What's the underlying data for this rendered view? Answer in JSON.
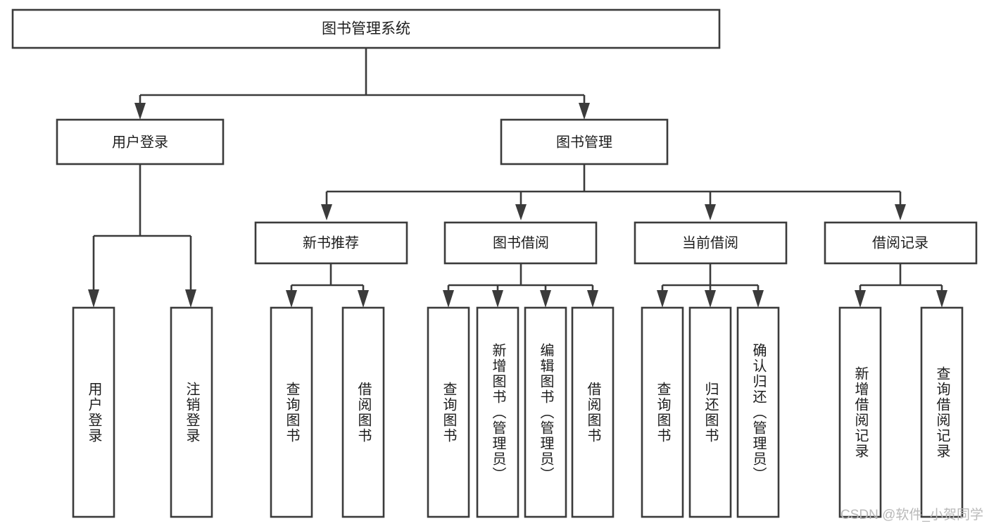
{
  "diagram": {
    "title": "图书管理系统",
    "type": "tree",
    "watermark": "CSDN @软件_小贺同学",
    "colors": {
      "box_stroke": "#3b3b3b",
      "box_fill": "#ffffff",
      "text": "#1d1d1d",
      "background": "#ffffff",
      "watermark": "#b9b9b9"
    },
    "root": {
      "label": "图书管理系统"
    },
    "level2": [
      {
        "label": "用户登录"
      },
      {
        "label": "图书管理"
      }
    ],
    "level3": [
      {
        "label": "新书推荐"
      },
      {
        "label": "图书借阅"
      },
      {
        "label": "当前借阅"
      },
      {
        "label": "借阅记录"
      }
    ],
    "leaves": {
      "user_login": [
        {
          "label": "用户登录"
        },
        {
          "label": "注销登录"
        }
      ],
      "new_book_recommend": [
        {
          "label": "查询图书"
        },
        {
          "label": "借阅图书"
        }
      ],
      "book_borrow": [
        {
          "label": "查询图书"
        },
        {
          "label": "新增图书（管理员）"
        },
        {
          "label": "编辑图书（管理员）"
        },
        {
          "label": "借阅图书"
        }
      ],
      "current_borrow": [
        {
          "label": "查询图书"
        },
        {
          "label": "归还图书"
        },
        {
          "label": "确认归还（管理员）"
        }
      ],
      "borrow_record": [
        {
          "label": "新增借阅记录"
        },
        {
          "label": "查询借阅记录"
        }
      ]
    }
  }
}
